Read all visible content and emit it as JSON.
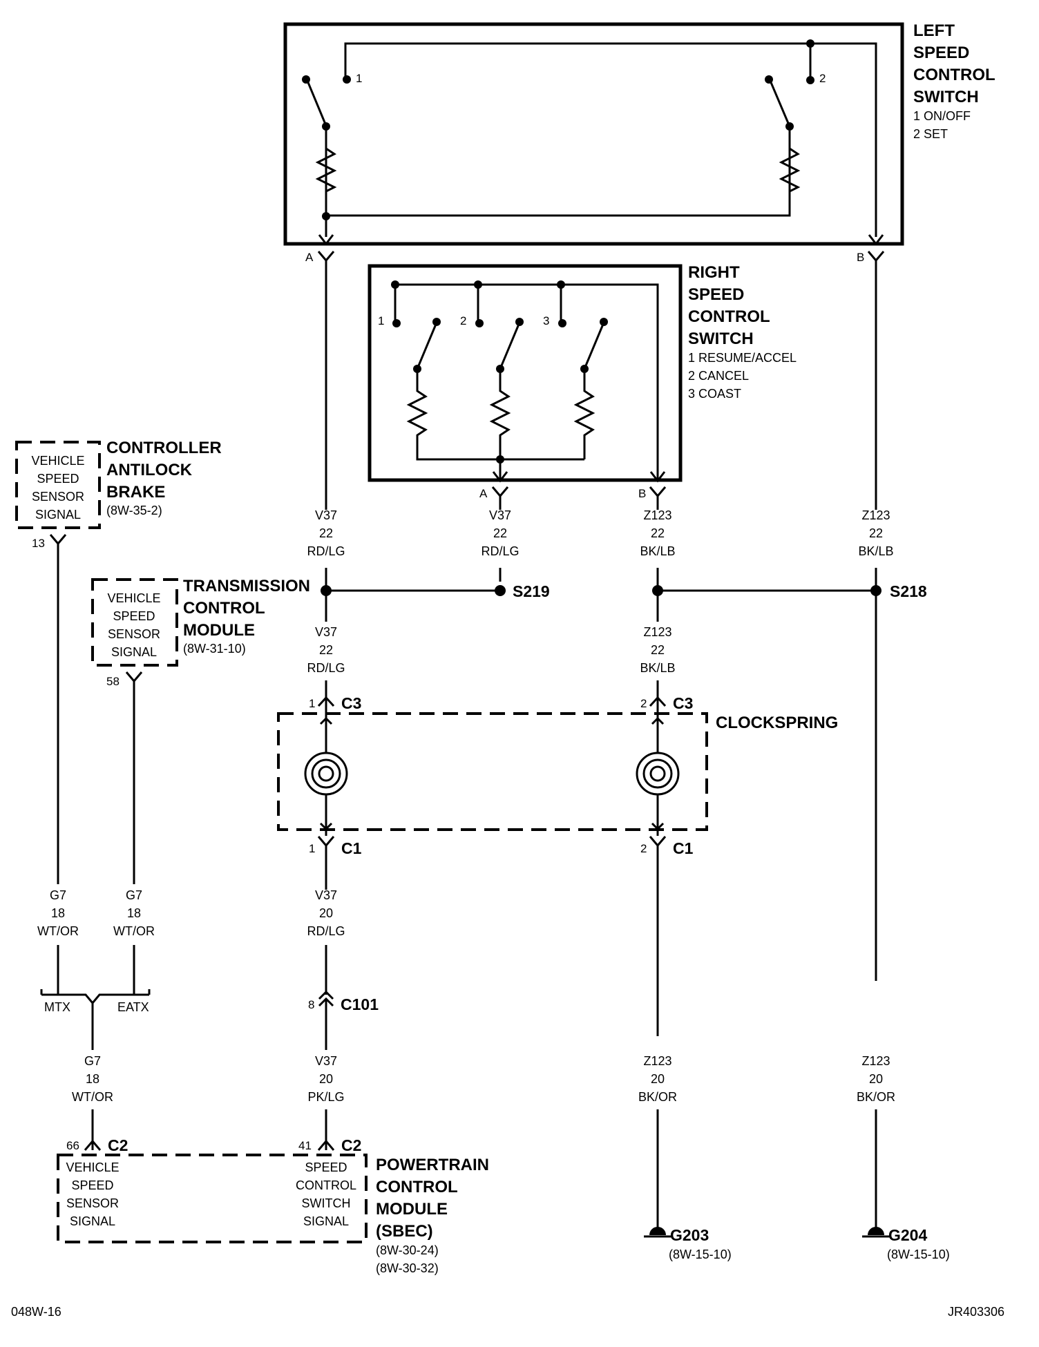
{
  "left_switch": {
    "title_lines": [
      "LEFT",
      "SPEED",
      "CONTROL",
      "SWITCH"
    ],
    "sub_lines": [
      "1 ON/OFF",
      "2 SET"
    ],
    "contacts": [
      "1",
      "2"
    ],
    "pins": [
      "A",
      "B"
    ]
  },
  "right_switch": {
    "title_lines": [
      "RIGHT",
      "SPEED",
      "CONTROL",
      "SWITCH"
    ],
    "sub_lines": [
      "1 RESUME/ACCEL",
      "2 CANCEL",
      "3 COAST"
    ],
    "contacts": [
      "1",
      "2",
      "3"
    ],
    "pins": [
      "A",
      "B"
    ]
  },
  "cab": {
    "title_lines": [
      "CONTROLLER",
      "ANTILOCK",
      "BRAKE"
    ],
    "ref": "(8W-35-2)",
    "box_lines": [
      "VEHICLE",
      "SPEED",
      "SENSOR",
      "SIGNAL"
    ],
    "pin": "13"
  },
  "tcm": {
    "title_lines": [
      "TRANSMISSION",
      "CONTROL",
      "MODULE"
    ],
    "ref": "(8W-31-10)",
    "box_lines": [
      "VEHICLE",
      "SPEED",
      "SENSOR",
      "SIGNAL"
    ],
    "pin": "58"
  },
  "pcm": {
    "title_lines": [
      "POWERTRAIN",
      "CONTROL",
      "MODULE",
      "(SBEC)"
    ],
    "refs": [
      "(8W-30-24)",
      "(8W-30-32)"
    ],
    "left_box_lines": [
      "VEHICLE",
      "SPEED",
      "SENSOR",
      "SIGNAL"
    ],
    "right_box_lines": [
      "SPEED",
      "CONTROL",
      "SWITCH",
      "SIGNAL"
    ],
    "pin_left": "66",
    "pin_right": "41",
    "connector": "C2"
  },
  "clockspring": {
    "title": "CLOCKSPRING",
    "conn_top": "C3",
    "conn_bottom": "C1",
    "pin_left": "1",
    "pin_right": "2"
  },
  "wires": {
    "w1": [
      "V37",
      "22",
      "RD/LG"
    ],
    "w2": [
      "V37",
      "22",
      "RD/LG"
    ],
    "w3": [
      "Z123",
      "22",
      "BK/LB"
    ],
    "w4": [
      "Z123",
      "22",
      "BK/LB"
    ],
    "w5": [
      "V37",
      "22",
      "RD/LG"
    ],
    "w6": [
      "Z123",
      "22",
      "BK/LB"
    ],
    "w7": [
      "G7",
      "18",
      "WT/OR"
    ],
    "w8": [
      "G7",
      "18",
      "WT/OR"
    ],
    "w9": [
      "V37",
      "20",
      "RD/LG"
    ],
    "w10": [
      "G7",
      "18",
      "WT/OR"
    ],
    "w11": [
      "V37",
      "20",
      "PK/LG"
    ],
    "w12": [
      "Z123",
      "20",
      "BK/OR"
    ],
    "w13": [
      "Z123",
      "20",
      "BK/OR"
    ]
  },
  "splices": {
    "s219": "S219",
    "s218": "S218"
  },
  "c101": {
    "pin": "8",
    "label": "C101"
  },
  "options": {
    "mtx": "MTX",
    "eatx": "EATX"
  },
  "grounds": {
    "g203": {
      "label": "G203",
      "ref": "(8W-15-10)"
    },
    "g204": {
      "label": "G204",
      "ref": "(8W-15-10)"
    }
  },
  "footer": {
    "left": "048W-16",
    "right": "JR403306"
  }
}
